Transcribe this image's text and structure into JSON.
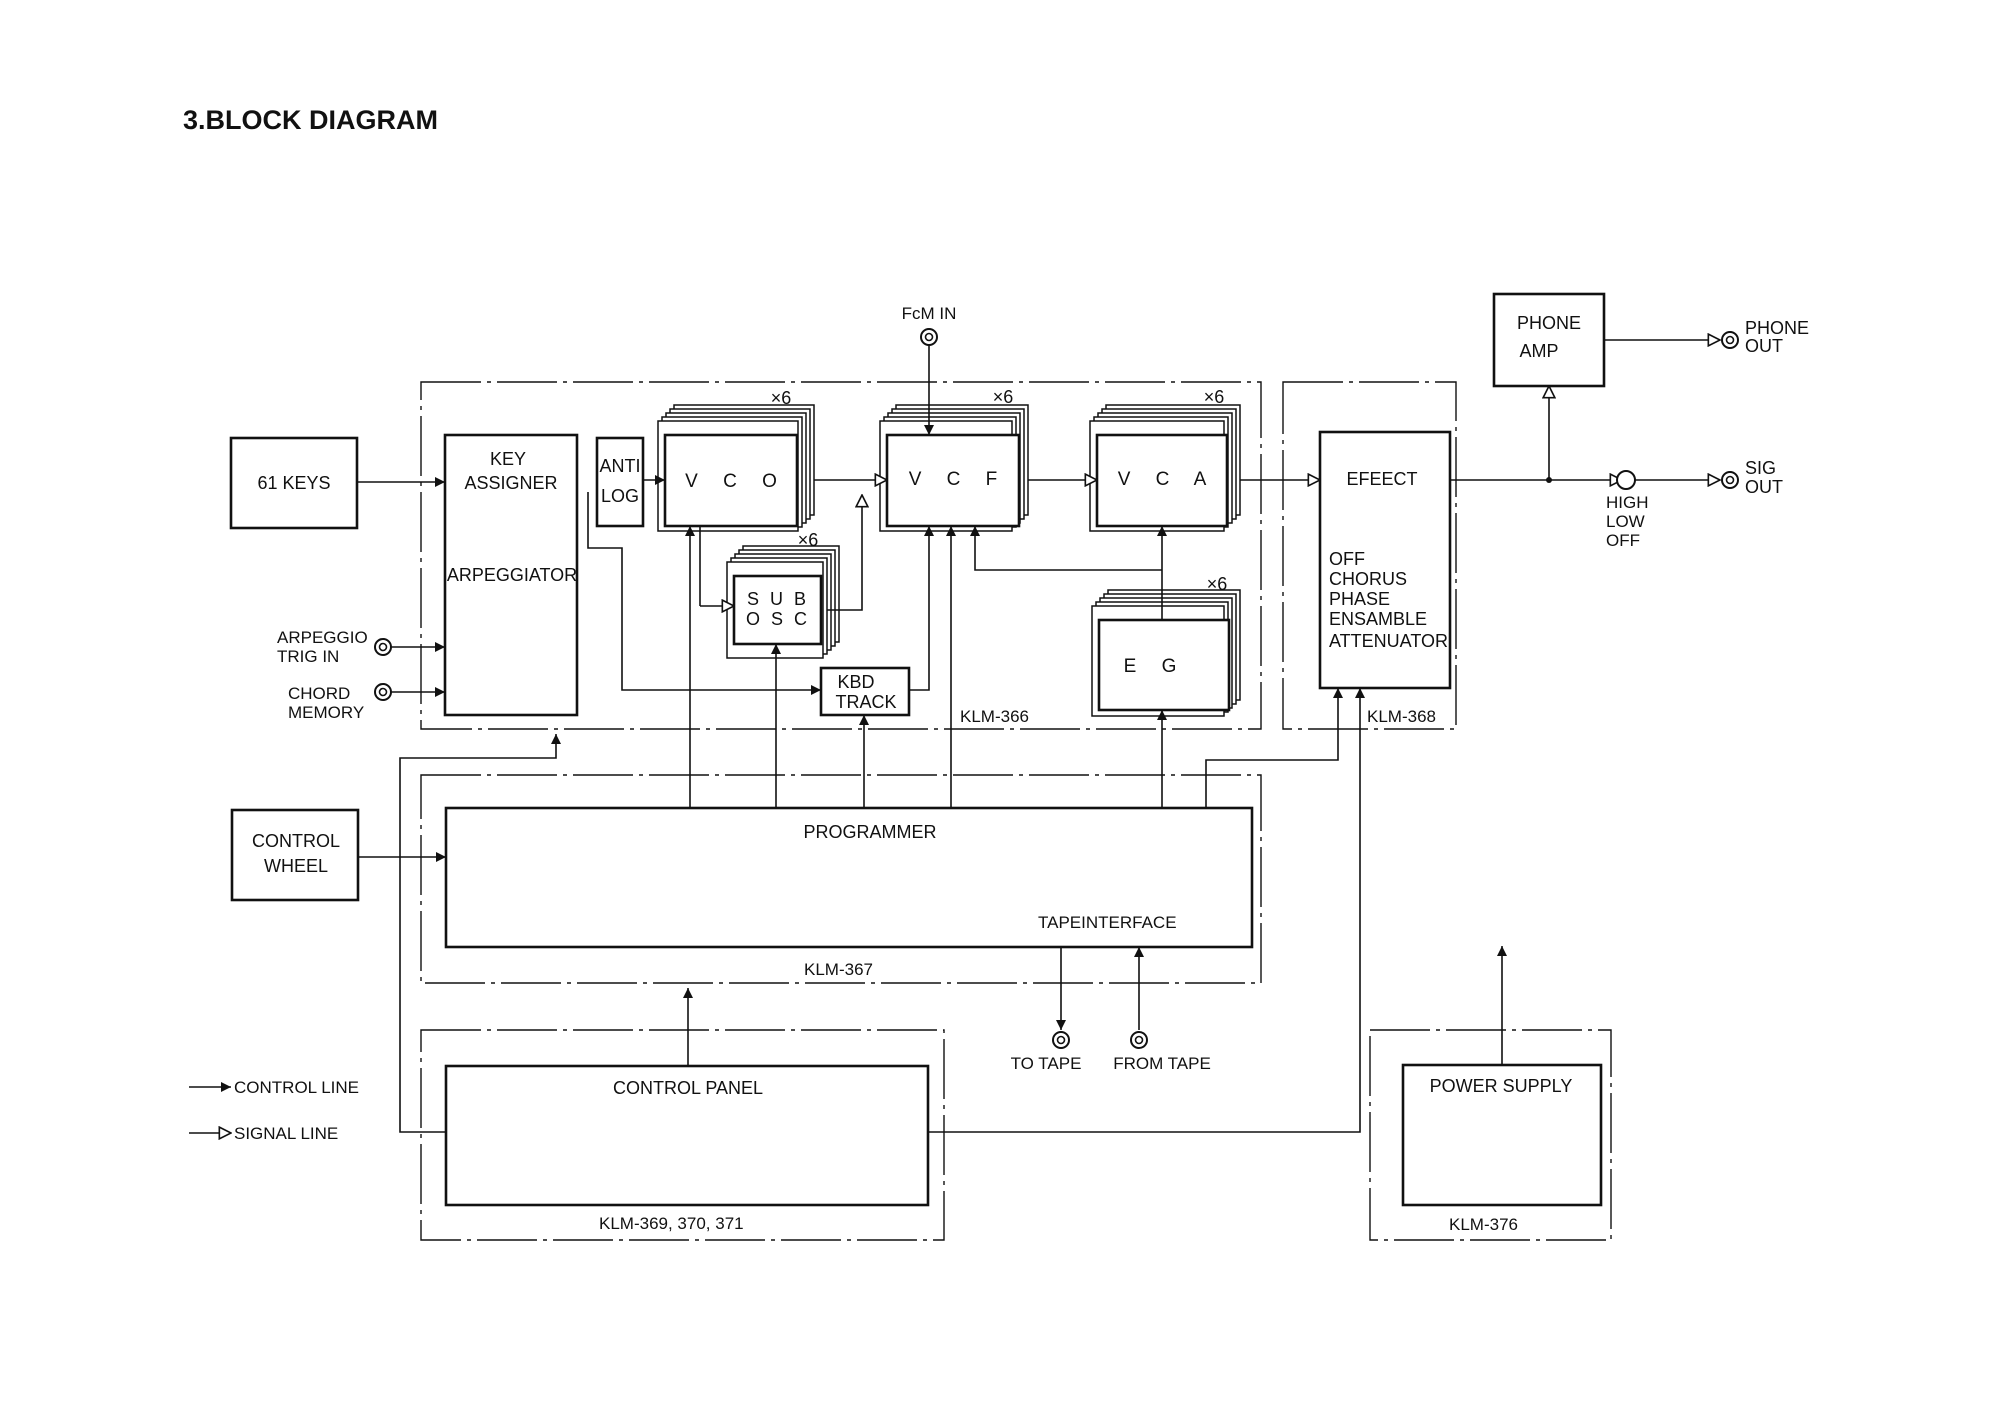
{
  "title": "3.BLOCK DIAGRAM",
  "blocks": {
    "keys61": "61 KEYS",
    "key_assigner": [
      "KEY",
      "ASSIGNER"
    ],
    "arpeggiator": "ARPEGGIATOR",
    "antilog": [
      "ANTI",
      "LOG"
    ],
    "vco": "V C O",
    "vcf": "V C F",
    "vca": "V C A",
    "sub_osc": [
      "S U B",
      "O S C"
    ],
    "kbd_track": [
      "KBD",
      "TRACK"
    ],
    "eg": "E G",
    "effect": "EFEECT",
    "effect_modes": [
      "OFF",
      "CHORUS",
      "PHASE",
      "ENSAMBLE",
      "ATTENUATOR"
    ],
    "phone_amp": [
      "PHONE",
      "AMP"
    ],
    "control_wheel": [
      "CONTROL",
      "WHEEL"
    ],
    "programmer": "PROGRAMMER",
    "tape_interface": "TAPEINTERFACE",
    "control_panel": "CONTROL PANEL",
    "power_supply": "POWER SUPPLY"
  },
  "multipliers": {
    "vco": "×6",
    "vcf": "×6",
    "vca": "×6",
    "sub_osc": "×6",
    "eg": "×6"
  },
  "modules": {
    "klm366": "KLM-366",
    "klm367": "KLM-367",
    "klm368": "KLM-368",
    "klm369": "KLM-369, 370, 371",
    "klm376": "KLM-376"
  },
  "jacks": {
    "fcm_in": "FcM IN",
    "phone_out": [
      "PHONE",
      "OUT"
    ],
    "sig_out": [
      "SIG",
      "OUT"
    ],
    "hi_low_off": [
      "HIGH",
      "LOW",
      "OFF"
    ],
    "arpeggio_trig_in": [
      "ARPEGGIO",
      "TRIG IN"
    ],
    "chord_memory": [
      "CHORD",
      "MEMORY"
    ],
    "to_tape": "TO TAPE",
    "from_tape": "FROM TAPE"
  },
  "legend": {
    "control_line": "CONTROL LINE",
    "signal_line": "SIGNAL LINE"
  }
}
